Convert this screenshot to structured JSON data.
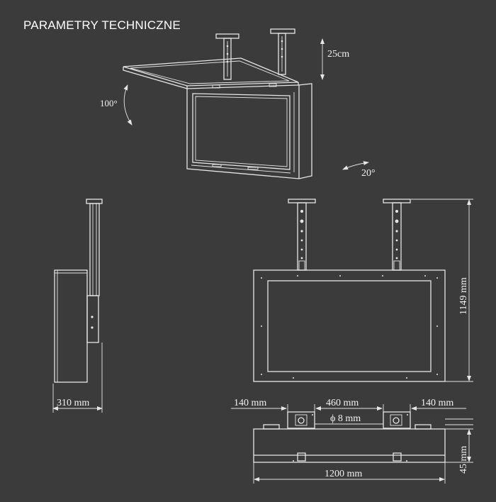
{
  "title": "PARAMETRY TECHNICZNE",
  "labels": {
    "height_adjust": "25cm",
    "tilt_angle": "100°",
    "swivel_angle": "20°",
    "depth": "310  mm",
    "total_height": "1149  mm",
    "side_offset_left": "140  mm",
    "mount_spacing": "460  mm",
    "side_offset_right": "140  mm",
    "hole_diameter": "ϕ 8 mm",
    "total_width": "1200  mm",
    "bottom_height": "45  mm"
  },
  "colors": {
    "background": "#3b3b3b",
    "line": "#e6e6e6",
    "text": "#ffffff"
  }
}
